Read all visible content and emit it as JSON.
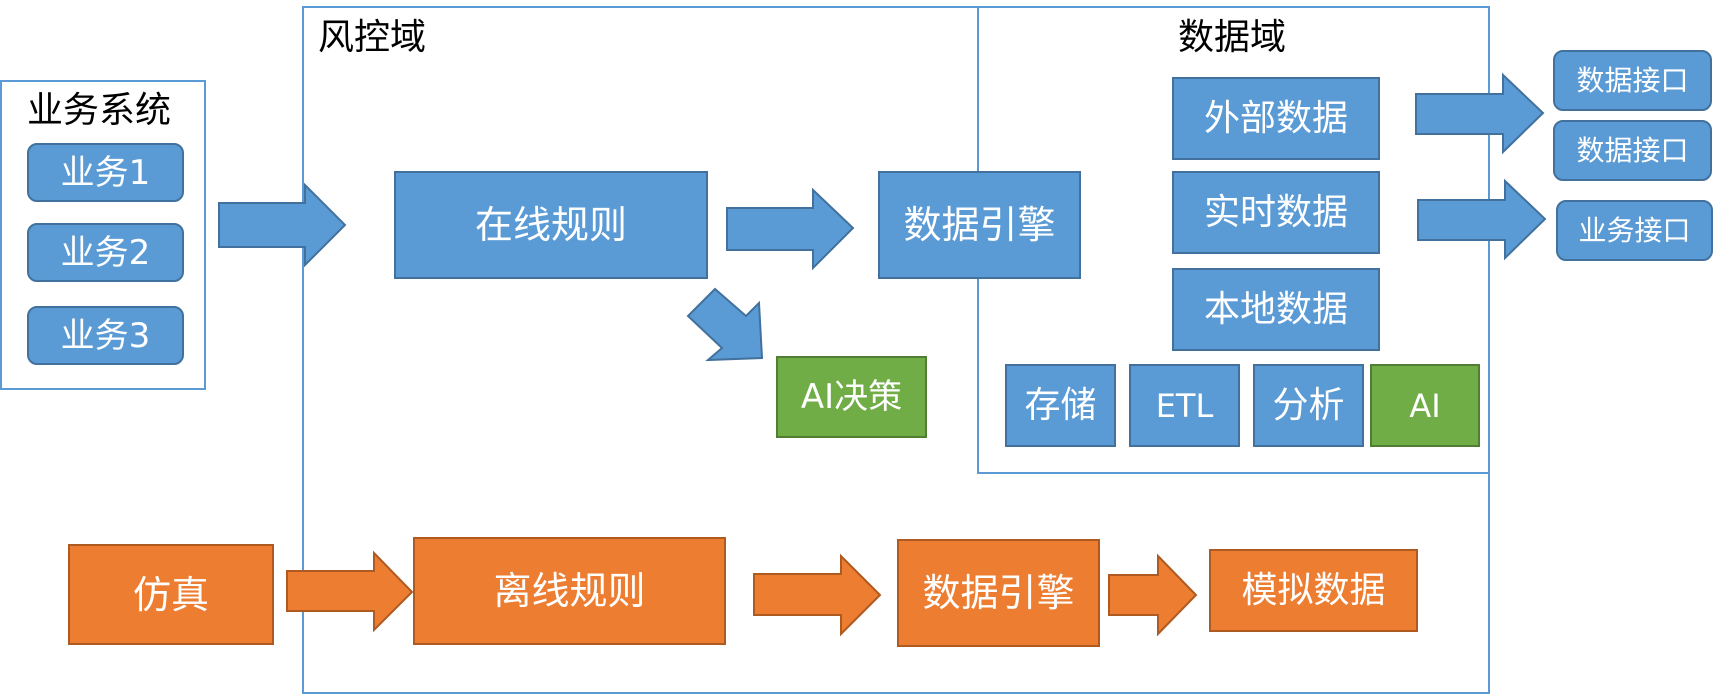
{
  "colors": {
    "blue": "#5b9bd5",
    "blue_border": "#41719c",
    "orange": "#ed7d31",
    "orange_border": "#ae5a21",
    "green": "#70ad47",
    "green_border": "#507e32"
  },
  "business_system": {
    "title": "业务系统",
    "items": [
      "业务1",
      "业务2",
      "业务3"
    ]
  },
  "risk_domain": {
    "title": "风控域",
    "online_rules": "在线规则",
    "data_engine": "数据引擎",
    "ai_decision": "AI决策"
  },
  "data_domain": {
    "title": "数据域",
    "sources": [
      "外部数据",
      "实时数据",
      "本地数据"
    ],
    "capabilities": [
      "存储",
      "ETL",
      "分析",
      "AI"
    ]
  },
  "interfaces": [
    "数据接口",
    "数据接口",
    "业务接口"
  ],
  "simulation": {
    "source": "仿真",
    "offline_rules": "离线规则",
    "data_engine": "数据引擎",
    "simulated_data": "模拟数据"
  }
}
